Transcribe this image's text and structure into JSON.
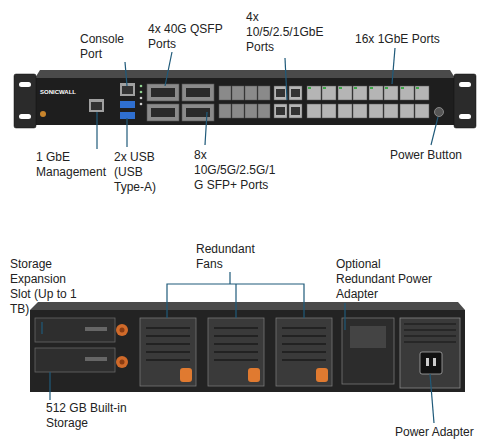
{
  "diagram": {
    "labels": [
      "Console Port",
      "4x 40G QSFP Ports",
      "4x 10/5/2.5/1GbE Ports",
      "16x 1GbE Ports",
      "1 GbE Management",
      "2x USB (USB Type-A)",
      "8x 10G/5G/2.5G/1G SFP+ Ports",
      "Power Button",
      "SONICWALL",
      "Storage Expansion Slot (Up to 1 TB)",
      "Redundant Fans",
      "Optional Redundant Power Adapter",
      "512 GB Built-in Storage",
      "Power Adapter"
    ]
  }
}
